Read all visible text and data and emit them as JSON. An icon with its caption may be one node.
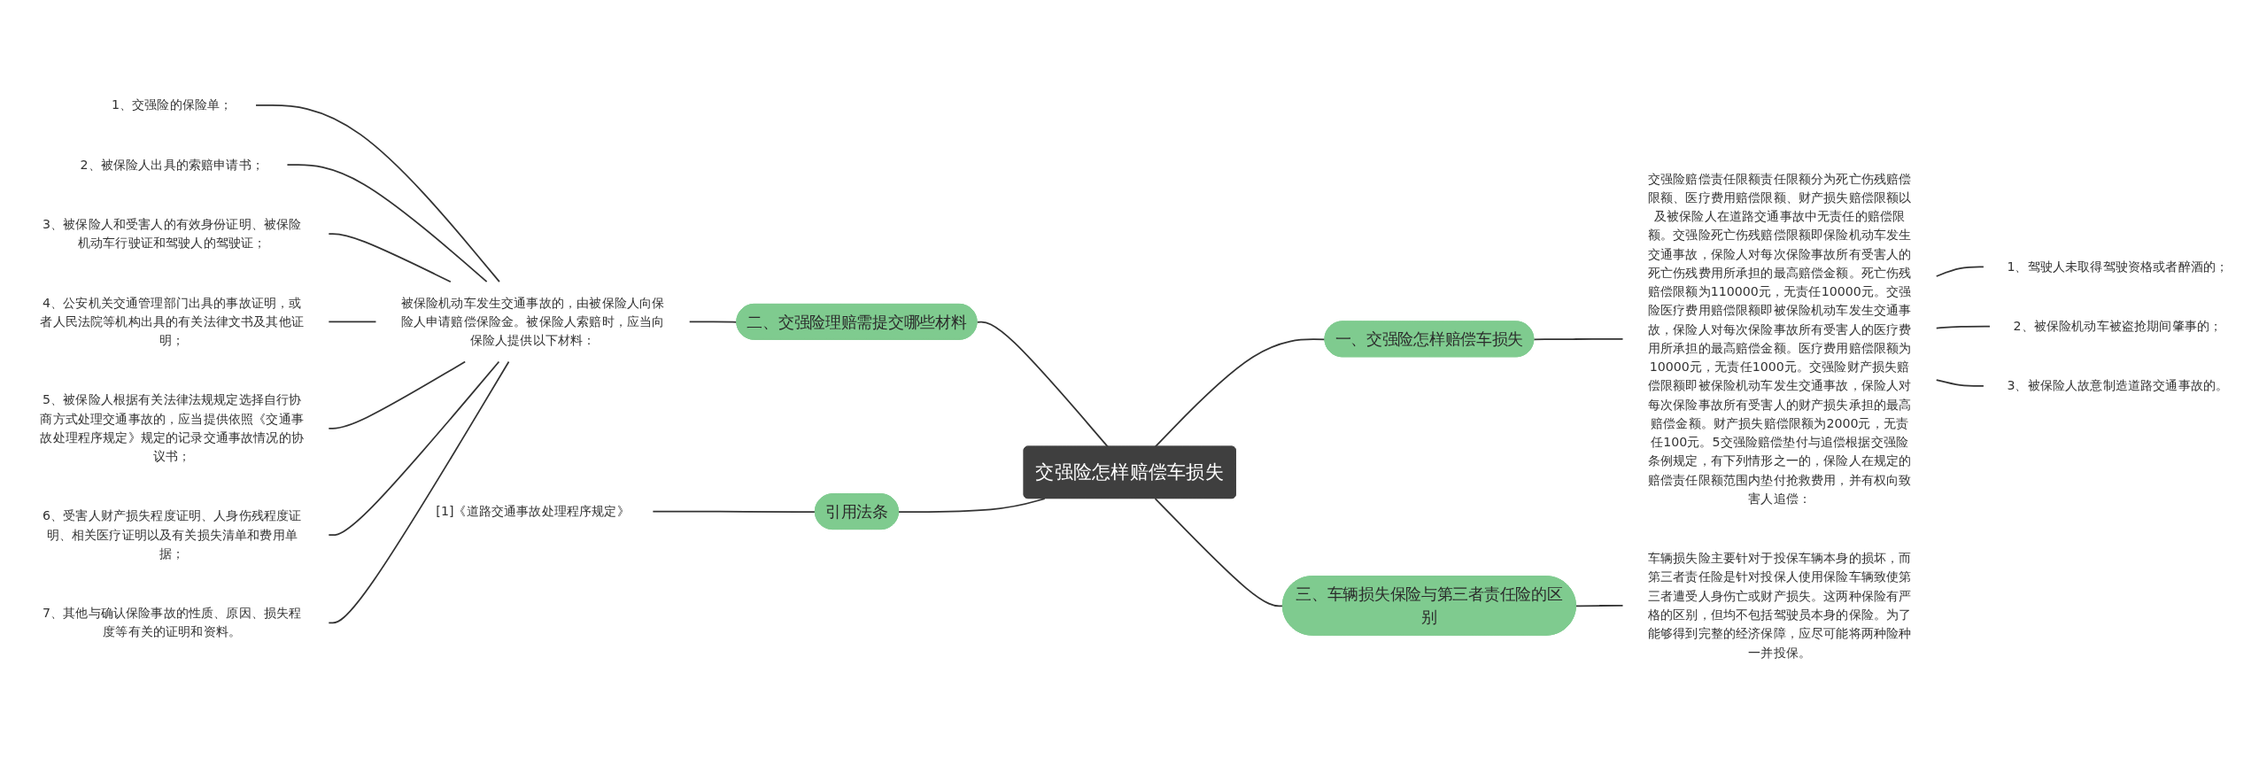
{
  "diagram": {
    "nodes": [
      {
        "text": [
          "交强险怎样赔偿车损失"
        ]
      },
      {
        "text": [
          "二、交强险理赔需提交哪些材料"
        ]
      },
      {
        "text": [
          "被保险机动车发生交通事故的，由被保险人向保险人申请赔偿保险金。被保险人索赔时，应当向保险人提供以下材料："
        ]
      },
      {
        "text": [
          "1、交强险的保险单；"
        ]
      },
      {
        "text": [
          "2、被保险人出具的索赔申请书；"
        ]
      },
      {
        "text": [
          "3、被保险人和受害人的有效身份证明、被保险机动车行驶证和驾驶人的驾驶证；"
        ]
      },
      {
        "text": [
          "4、公安机关交通管理部门出具的事故证明，或者人民法院等机构出具的有关法律文书及其他证明；"
        ]
      },
      {
        "text": [
          "5、被保险人根据有关法律法规规定选择自行协商方式处理交通事故的，应当提供依照《交通事故处理程序规定》规定的记录交通事故情况的协议书；"
        ]
      },
      {
        "text": [
          "6、受害人财产损失程度证明、人身伤残程度证明、相关医疗证明以及有关损失清单和费用单据；"
        ]
      },
      {
        "text": [
          "7、其他与确认保险事故的性质、原因、损失程度等有关的证明和资料。"
        ]
      },
      {
        "text": [
          "引用法条"
        ]
      },
      {
        "text": [
          "[1]《道路交通事故处理程序规定》"
        ]
      },
      {
        "text": [
          "一、交强险怎样赔偿车损失"
        ]
      },
      {
        "text": [
          "交强险赔偿责任限额责任限额分为死亡伤残赔偿限额、医疗费用赔偿限额、财产损失赔偿限额以及被保险人在道路交通事故中无责任的赔偿限额。交强险死亡伤残赔偿限额即保险机动车发生交通事故，保险人对每次保险事故所有受害人的死亡伤残费用所承担的最高赔偿金额。死亡伤残赔偿限额为110000元，无责任10000元。交强险医疗费用赔偿限额即被保险机动车发生交通事故，保险人对每次保险事故所有受害人的医疗费用所承担的最高赔偿金额。医疗费用赔偿限额为10000元，无责任1000元。交强险财产损失赔偿限额即被保险机动车发生交通事故，保险人对每次保险事故所有受害人的财产损失承担的最高赔偿金额。财产损失赔偿限额为2000元，无责任100元。5交强险赔偿垫付与追偿根据交强险条例规定，有下列情形之一的，保险人在规定的赔偿责任限额范围内垫付抢救费用，并有权向致害人追偿："
        ]
      },
      {
        "text": [
          "1、驾驶人未取得驾驶资格或者醉酒的；"
        ]
      },
      {
        "text": [
          "2、被保险机动车被盗抢期间肇事的；"
        ]
      },
      {
        "text": [
          "3、被保险人故意制造道路交通事故的。"
        ]
      },
      {
        "text": [
          "三、车辆损失保险与第三者责任险的区别"
        ]
      },
      {
        "text": [
          "车辆损失险主要针对于投保车辆本身的损坏，而第三者责任险是针对投保人使用保险车辆致使第三者遭受人身伤亡或财产损失。这两种保险有严格的区别，但均不包括驾驶员本身的保险。为了能够得到完整的经济保障，应尽可能将两种险种一并投保。"
        ]
      }
    ],
    "edges": [
      {
        "from": 0,
        "to": 1,
        "arrow": "none"
      },
      {
        "from": 1,
        "to": 2,
        "arrow": "none"
      },
      {
        "from": 2,
        "to": 3,
        "arrow": "none"
      },
      {
        "from": 2,
        "to": 4,
        "arrow": "none"
      },
      {
        "from": 2,
        "to": 5,
        "arrow": "none"
      },
      {
        "from": 2,
        "to": 6,
        "arrow": "none"
      },
      {
        "from": 2,
        "to": 7,
        "arrow": "none"
      },
      {
        "from": 2,
        "to": 8,
        "arrow": "none"
      },
      {
        "from": 2,
        "to": 9,
        "arrow": "none"
      },
      {
        "from": 0,
        "to": 10,
        "arrow": "none"
      },
      {
        "from": 10,
        "to": 11,
        "arrow": "none"
      },
      {
        "from": 0,
        "to": 12,
        "arrow": "none"
      },
      {
        "from": 12,
        "to": 13,
        "arrow": "none"
      },
      {
        "from": 13,
        "to": 14,
        "arrow": "none"
      },
      {
        "from": 13,
        "to": 15,
        "arrow": "none"
      },
      {
        "from": 13,
        "to": 16,
        "arrow": "none"
      },
      {
        "from": 0,
        "to": 17,
        "arrow": "none"
      },
      {
        "from": 17,
        "to": 18,
        "arrow": "none"
      }
    ]
  }
}
